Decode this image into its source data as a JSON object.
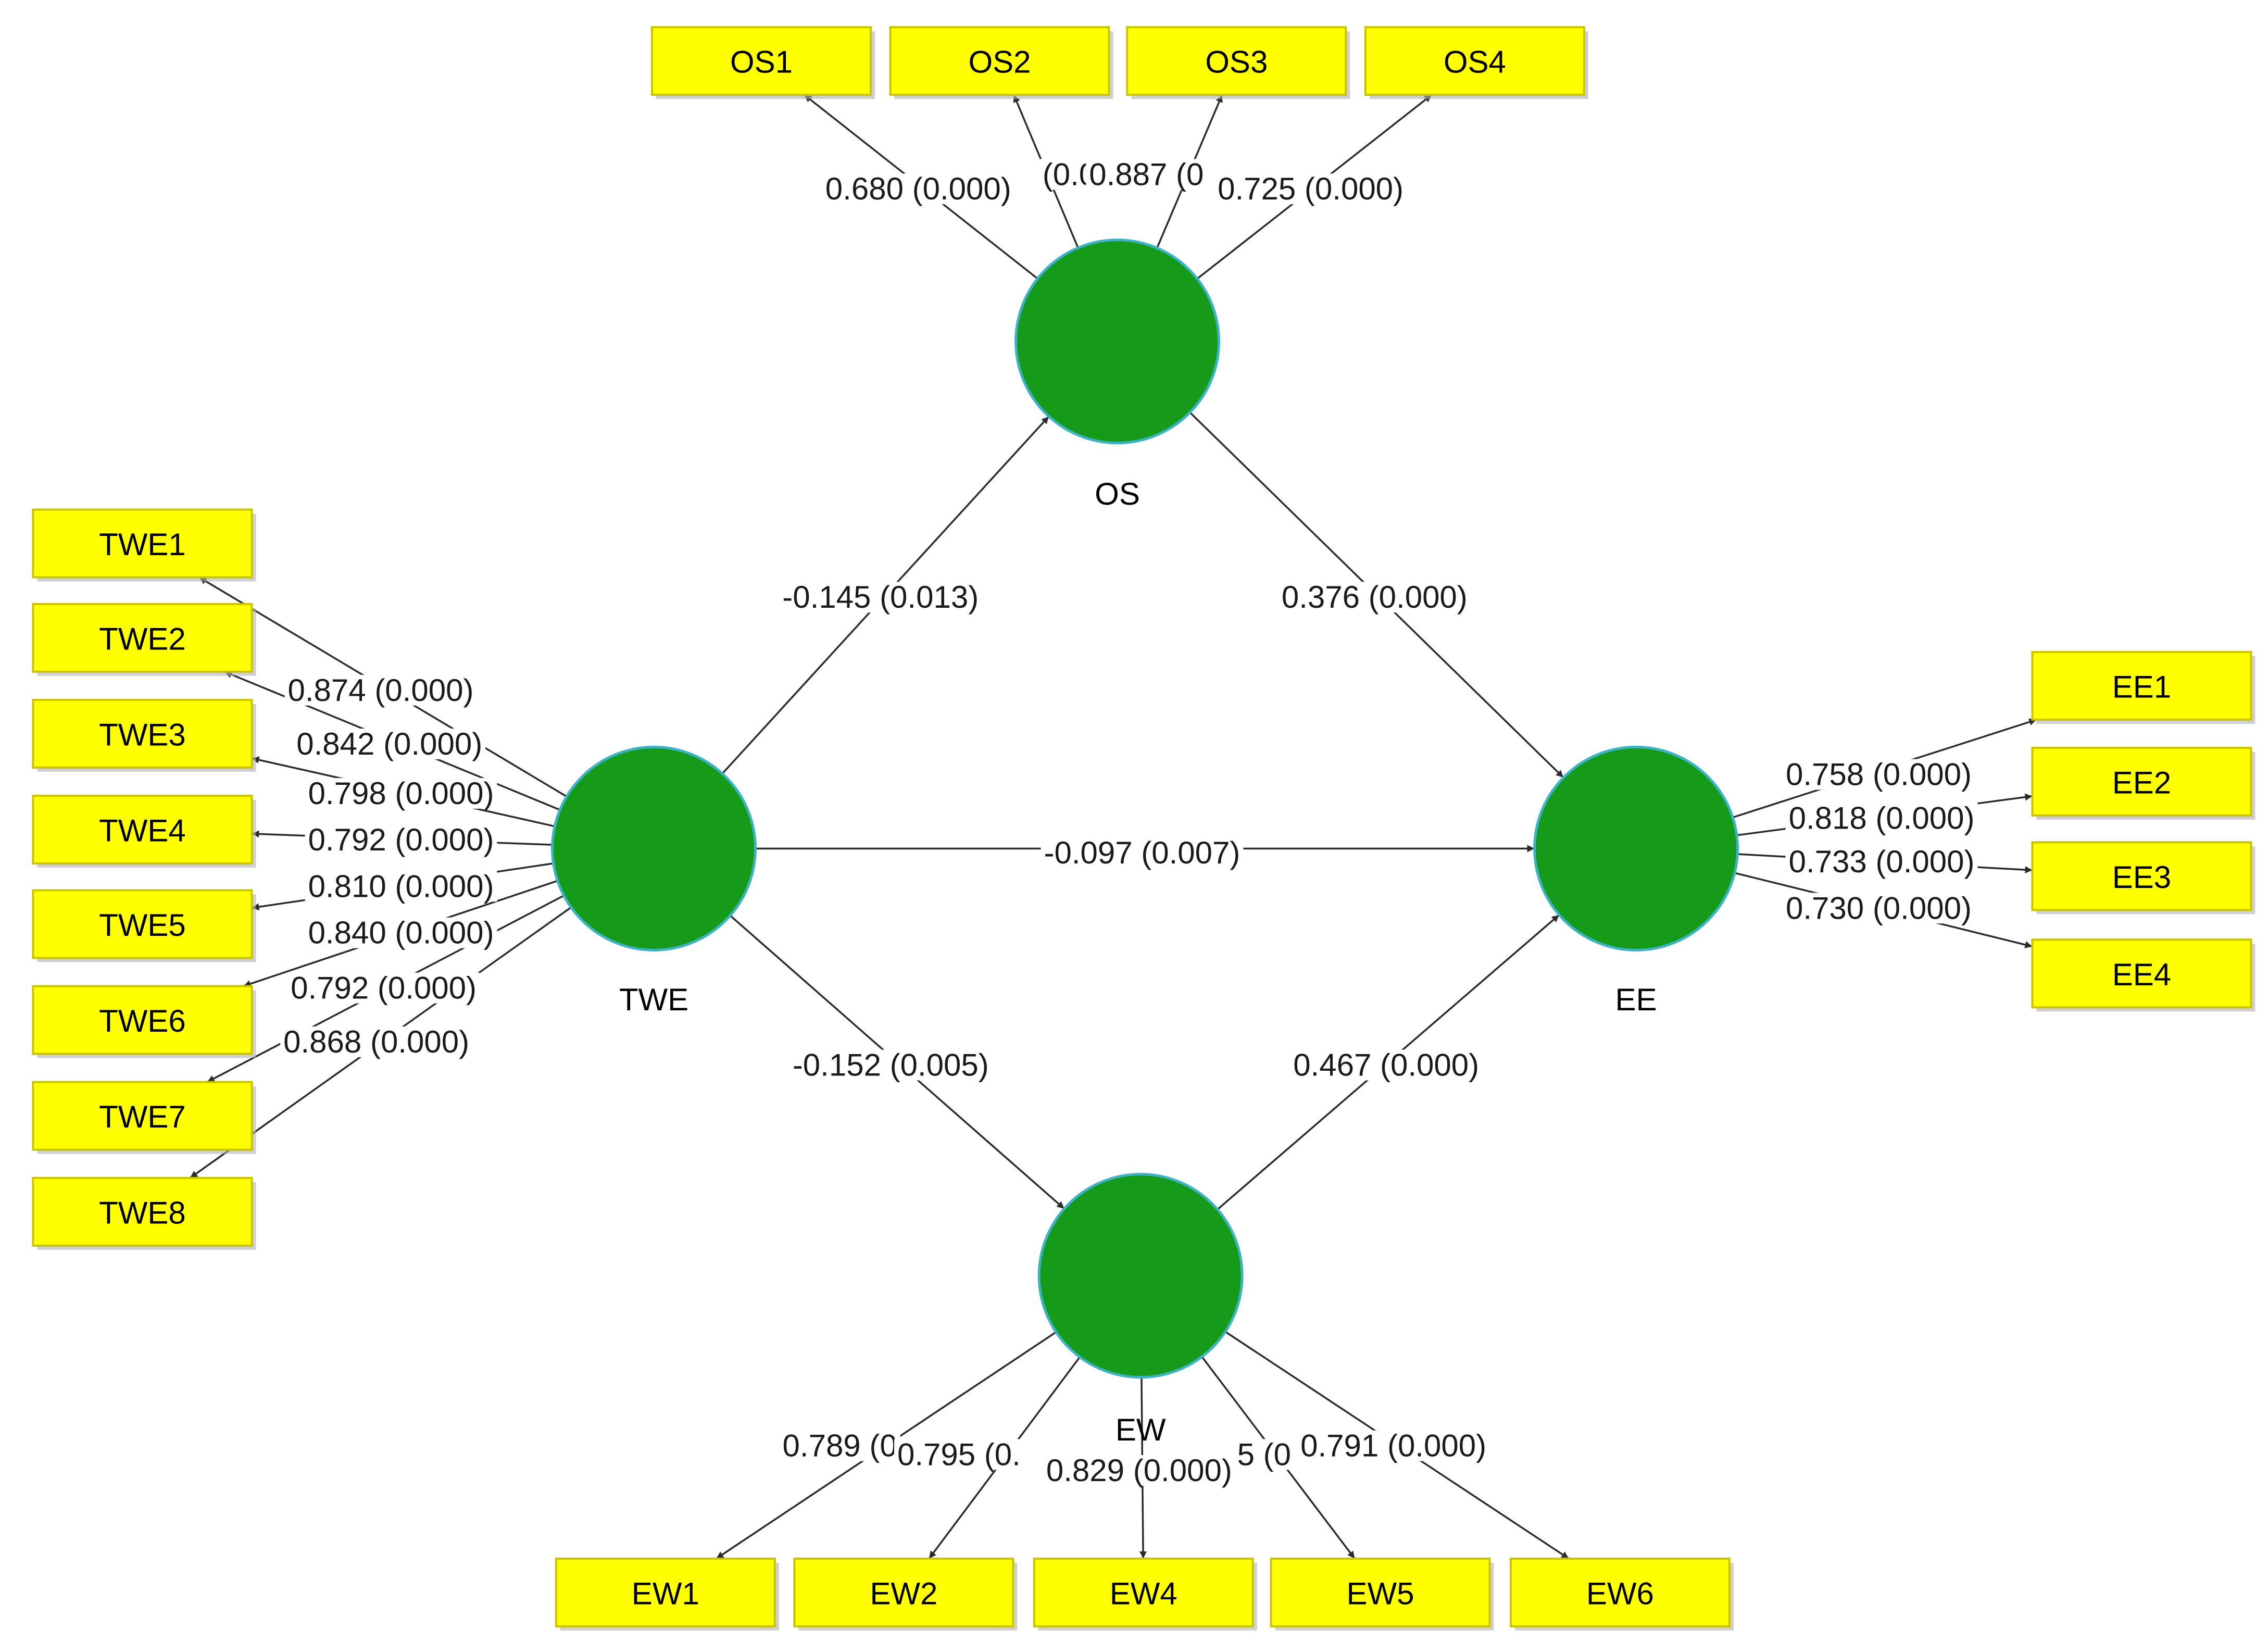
{
  "colors": {
    "latent_fill": "#159a1a",
    "latent_stroke": "#3db3c4",
    "indicator_fill": "#ffff00",
    "indicator_stroke": "#c8c400",
    "edge": "#2b2b2b"
  },
  "latents": [
    {
      "id": "OS",
      "label": "OS"
    },
    {
      "id": "TWE",
      "label": "TWE"
    },
    {
      "id": "EE",
      "label": "EE"
    },
    {
      "id": "EW",
      "label": "EW"
    }
  ],
  "indicators": [
    {
      "id": "OS1",
      "label": "OS1"
    },
    {
      "id": "OS2",
      "label": "OS2"
    },
    {
      "id": "OS3",
      "label": "OS3"
    },
    {
      "id": "OS4",
      "label": "OS4"
    },
    {
      "id": "TWE1",
      "label": "TWE1"
    },
    {
      "id": "TWE2",
      "label": "TWE2"
    },
    {
      "id": "TWE3",
      "label": "TWE3"
    },
    {
      "id": "TWE4",
      "label": "TWE4"
    },
    {
      "id": "TWE5",
      "label": "TWE5"
    },
    {
      "id": "TWE6",
      "label": "TWE6"
    },
    {
      "id": "TWE7",
      "label": "TWE7"
    },
    {
      "id": "TWE8",
      "label": "TWE8"
    },
    {
      "id": "EE1",
      "label": "EE1"
    },
    {
      "id": "EE2",
      "label": "EE2"
    },
    {
      "id": "EE3",
      "label": "EE3"
    },
    {
      "id": "EE4",
      "label": "EE4"
    },
    {
      "id": "EW1",
      "label": "EW1"
    },
    {
      "id": "EW2",
      "label": "EW2"
    },
    {
      "id": "EW4",
      "label": "EW4"
    },
    {
      "id": "EW5",
      "label": "EW5"
    },
    {
      "id": "EW6",
      "label": "EW6"
    }
  ],
  "structural_paths": [
    {
      "from": "TWE",
      "to": "OS",
      "label": "-0.145 (0.013)"
    },
    {
      "from": "OS",
      "to": "EE",
      "label": "0.376 (0.000)"
    },
    {
      "from": "TWE",
      "to": "EE",
      "label": "-0.097 (0.007)"
    },
    {
      "from": "TWE",
      "to": "EW",
      "label": "-0.152 (0.005)"
    },
    {
      "from": "EW",
      "to": "EE",
      "label": "0.467 (0.000)"
    }
  ],
  "loadings": [
    {
      "from": "OS",
      "to": "OS1",
      "label": "0.680 (0.000)"
    },
    {
      "from": "OS",
      "to": "OS2",
      "label": "(0.0"
    },
    {
      "from": "OS",
      "to": "OS3",
      "label": "0.887 (0"
    },
    {
      "from": "OS",
      "to": "OS4",
      "label": "0.725 (0.000)"
    },
    {
      "from": "TWE",
      "to": "TWE1",
      "label": "0.874 (0.000)"
    },
    {
      "from": "TWE",
      "to": "TWE2",
      "label": "0.842 (0.000)"
    },
    {
      "from": "TWE",
      "to": "TWE3",
      "label": "0.798 (0.000)"
    },
    {
      "from": "TWE",
      "to": "TWE4",
      "label": "0.792 (0.000)"
    },
    {
      "from": "TWE",
      "to": "TWE5",
      "label": "0.810 (0.000)"
    },
    {
      "from": "TWE",
      "to": "TWE6",
      "label": "0.840 (0.000)"
    },
    {
      "from": "TWE",
      "to": "TWE7",
      "label": "0.792 (0.000)"
    },
    {
      "from": "TWE",
      "to": "TWE8",
      "label": "0.868 (0.000)"
    },
    {
      "from": "EE",
      "to": "EE1",
      "label": "0.758 (0.000)"
    },
    {
      "from": "EE",
      "to": "EE2",
      "label": "0.818 (0.000)"
    },
    {
      "from": "EE",
      "to": "EE3",
      "label": "0.733 (0.000)"
    },
    {
      "from": "EE",
      "to": "EE4",
      "label": "0.730 (0.000)"
    },
    {
      "from": "EW",
      "to": "EW1",
      "label": "0.789 (0"
    },
    {
      "from": "EW",
      "to": "EW2",
      "label": "0.795 (0."
    },
    {
      "from": "EW",
      "to": "EW4",
      "label": "0.829 (0.000)"
    },
    {
      "from": "EW",
      "to": "EW5",
      "label": "5 (0"
    },
    {
      "from": "EW",
      "to": "EW6",
      "label": "0.791 (0.000)"
    }
  ]
}
